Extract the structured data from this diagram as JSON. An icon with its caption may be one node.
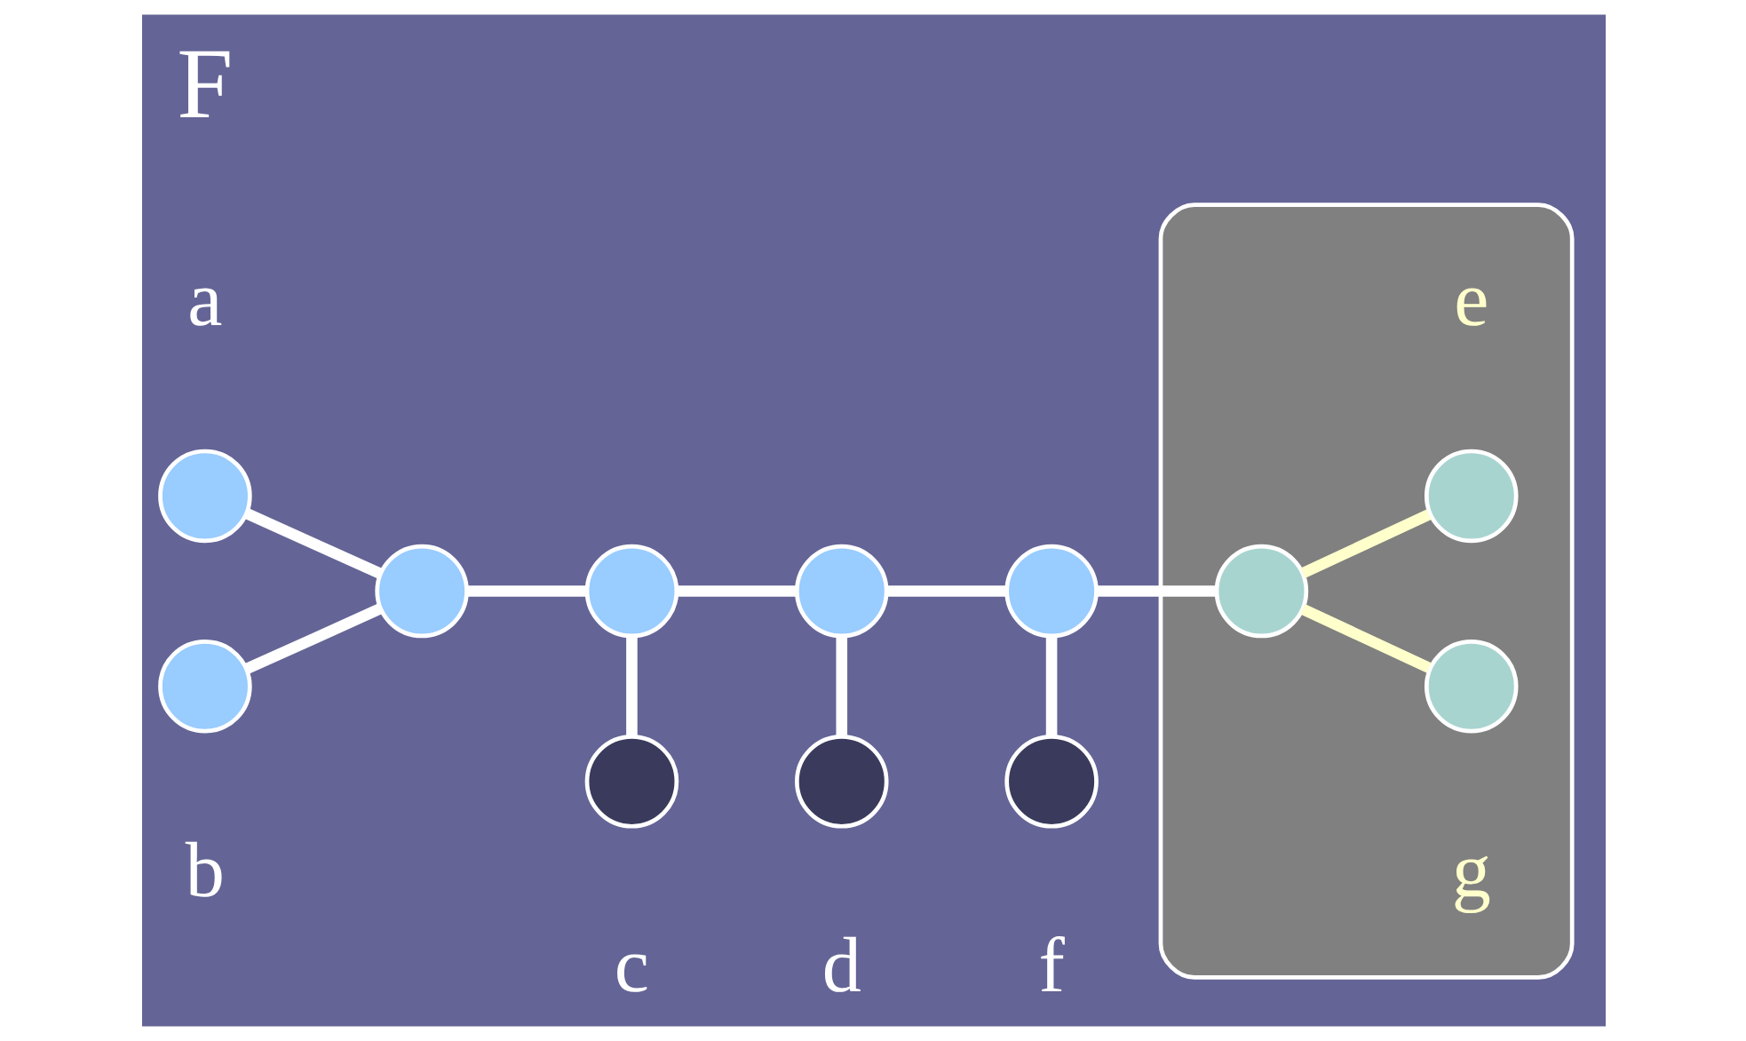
{
  "diagram": {
    "nodes": [
      {
        "text": [],
        "shape": "ellipse"
      },
      {
        "text": [],
        "shape": "circle",
        "beside": [
          "a"
        ]
      },
      {
        "text": [],
        "shape": "circle",
        "beside": [
          "b"
        ]
      },
      {
        "text": [],
        "shape": "circle"
      },
      {
        "text": [],
        "shape": "circle"
      },
      {
        "text": [],
        "shape": "circle",
        "beside": [
          "c"
        ]
      },
      {
        "text": [],
        "shape": "circle"
      },
      {
        "text": [],
        "shape": "circle",
        "beside": [
          "d"
        ]
      },
      {
        "text": [],
        "shape": "circle"
      },
      {
        "text": [],
        "shape": "circle",
        "beside": [
          "f"
        ]
      },
      {
        "text": [],
        "shape": "circle",
        "in": 0
      },
      {
        "text": [],
        "shape": "circle",
        "in": 0,
        "beside": [
          "e"
        ]
      },
      {
        "text": [],
        "shape": "circle",
        "in": 0,
        "beside": [
          "g"
        ]
      }
    ],
    "edges": [
      {
        "from": 1,
        "to": 3,
        "arrow": "none"
      },
      {
        "from": 2,
        "to": 3,
        "arrow": "none"
      },
      {
        "from": 3,
        "to": 4,
        "arrow": "none"
      },
      {
        "from": 4,
        "to": 5,
        "arrow": "none"
      },
      {
        "from": 4,
        "to": 6,
        "arrow": "none"
      },
      {
        "from": 6,
        "to": 7,
        "arrow": "none"
      },
      {
        "from": 6,
        "to": 8,
        "arrow": "none"
      },
      {
        "from": 8,
        "to": 9,
        "arrow": "none"
      },
      {
        "from": 8,
        "to": 10,
        "arrow": "none"
      },
      {
        "from": 10,
        "to": 11,
        "arrow": "none",
        "color": "#ffffcc"
      },
      {
        "from": 10,
        "to": 12,
        "arrow": "none",
        "color": "#ffffcc"
      }
    ],
    "labels": [
      "F"
    ]
  }
}
